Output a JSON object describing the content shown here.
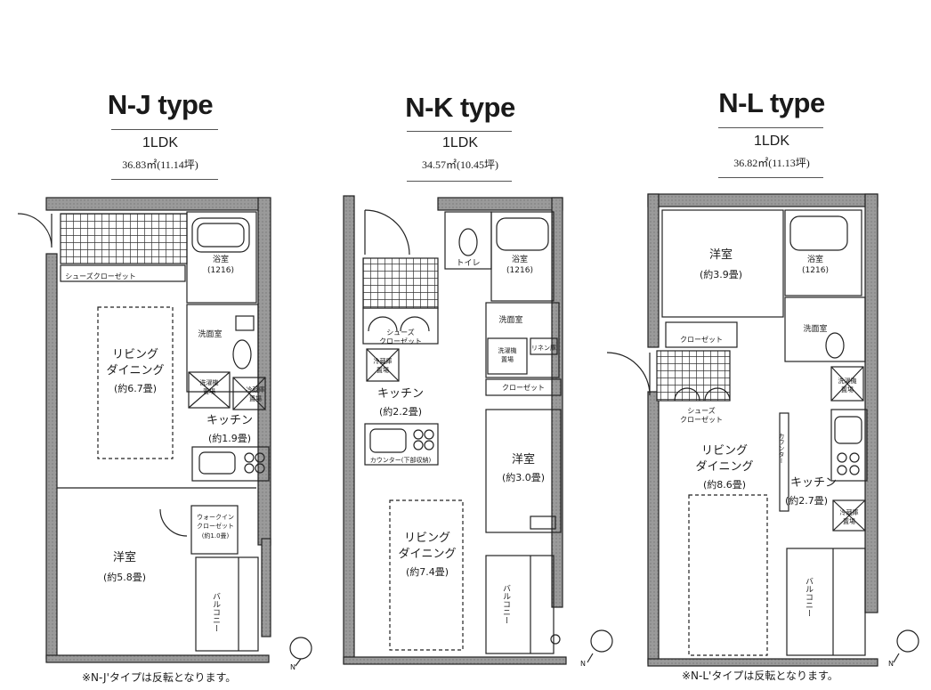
{
  "plans": [
    {
      "title": "N-J type",
      "layout": "1LDK",
      "area": "36.83㎡(11.14坪)",
      "rooms": {
        "bath": "浴室",
        "bath_size": "(1216)",
        "shoe_closet": "シューズクローゼット",
        "living_1": "リビング",
        "living_2": "ダイニング",
        "living_size": "(約6.7畳)",
        "washroom": "洗面室",
        "laundry_1": "洗濯機",
        "laundry_2": "置場",
        "fridge_1": "冷蔵庫",
        "fridge_2": "置場",
        "kitchen": "キッチン",
        "kitchen_size": "(約1.9畳)",
        "walkin_1": "ウォークイン",
        "walkin_2": "クローゼット",
        "walkin_size": "(約1.0畳)",
        "western": "洋室",
        "western_size": "(約5.8畳)",
        "balcony": "バルコニー",
        "north": "N"
      },
      "note": "※N-J'タイプは反転となります。"
    },
    {
      "title": "N-K type",
      "layout": "1LDK",
      "area": "34.57㎡(10.45坪)",
      "rooms": {
        "toilet": "トイレ",
        "bath": "浴室",
        "bath_size": "(1216)",
        "shoe_closet_1": "シューズ",
        "shoe_closet_2": "クローゼット",
        "washroom": "洗面室",
        "laundry_1": "洗濯機",
        "laundry_2": "置場",
        "linen": "リネン庫",
        "fridge_1": "冷蔵庫",
        "fridge_2": "置場",
        "kitchen": "キッチン",
        "kitchen_size": "(約2.2畳)",
        "closet": "クローゼット",
        "counter": "カウンター(下部収納)",
        "western": "洋室",
        "western_size": "(約3.0畳)",
        "living_1": "リビング",
        "living_2": "ダイニング",
        "living_size": "(約7.4畳)",
        "balcony": "バルコニー",
        "north": "N"
      }
    },
    {
      "title": "N-L type",
      "layout": "1LDK",
      "area": "36.82㎡(11.13坪)",
      "rooms": {
        "western": "洋室",
        "western_size": "(約3.9畳)",
        "bath": "浴室",
        "bath_size": "(1216)",
        "closet": "クローゼット",
        "washroom": "洗面室",
        "laundry_1": "洗濯機",
        "laundry_2": "置場",
        "shoe_closet_1": "シューズ",
        "shoe_closet_2": "クローゼット",
        "counter": "カウンター",
        "living_1": "リビング",
        "living_2": "ダイニング",
        "living_size": "(約8.6畳)",
        "kitchen": "キッチン",
        "kitchen_size": "(約2.7畳)",
        "fridge_1": "冷蔵庫",
        "fridge_2": "置場",
        "balcony": "バルコニー",
        "north": "N"
      },
      "note": "※N-L'タイプは反転となります。"
    }
  ],
  "colors": {
    "wall": "#8a8a8a",
    "line": "#222222",
    "tile": "#333333"
  }
}
